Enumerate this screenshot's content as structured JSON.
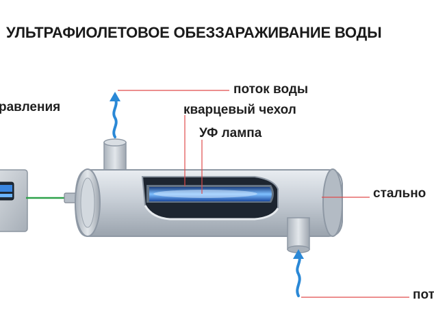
{
  "title": "УЛЬТРАФИОЛЕТОВОЕ ОБЕЗЗАРАЖИВАНИЕ ВОДЫ",
  "labels": {
    "control_unit": "равления",
    "water_flow_top": "поток воды",
    "quartz_sleeve": "кварцевый чехол",
    "uv_lamp": "УФ лампа",
    "steel_body": "стально",
    "water_flow_bottom": "пот"
  },
  "colors": {
    "pipe_body": "#c9d0d8",
    "pipe_outline": "#8e98a4",
    "lamp_blue": "#2f6fd1",
    "lamp_glow": "#8cc7ff",
    "water_arrow": "#2a88d6",
    "leader_line": "#e04a4a",
    "green_wire": "#2da14a"
  },
  "icons": {
    "arrow_up": "wavy-up-arrow-icon"
  }
}
